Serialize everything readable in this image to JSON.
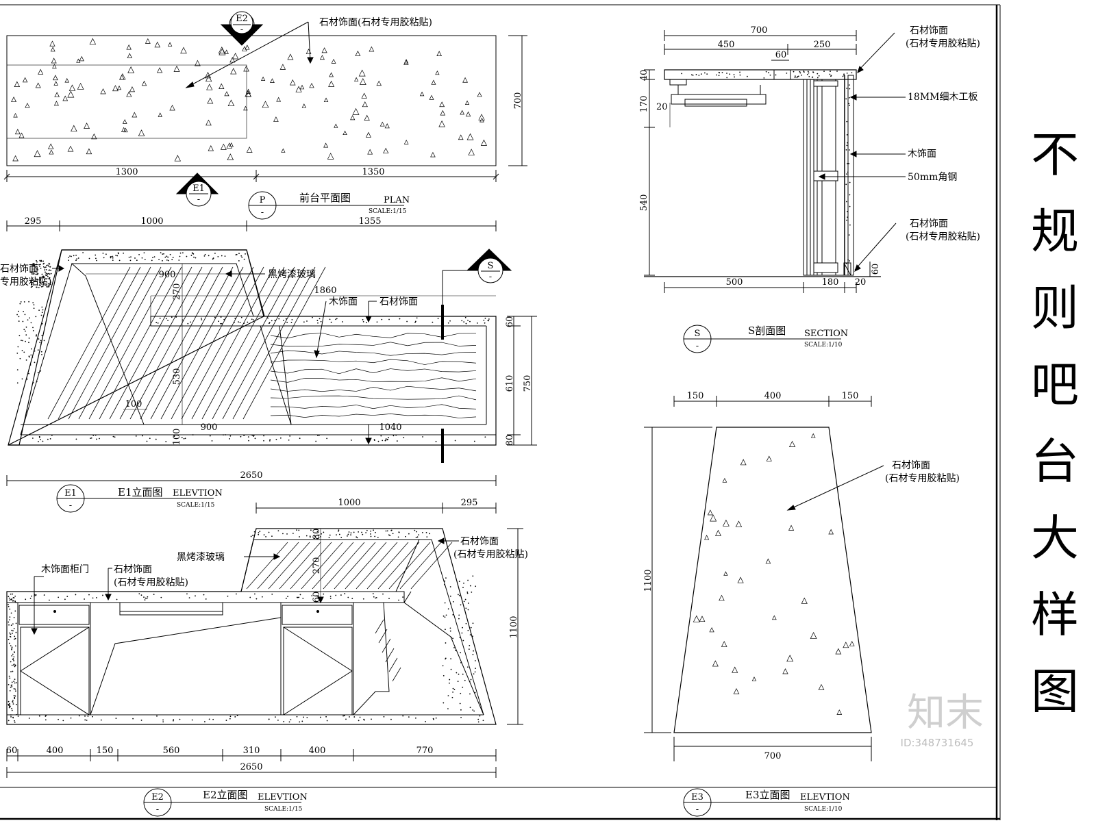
{
  "sheet_title": "不规则吧台大样图",
  "watermark": {
    "logo": "知末",
    "id": "ID:348731645"
  },
  "plan": {
    "title": "前台平面图",
    "en": "PLAN",
    "scale": "SCALE:1/15",
    "symbol": "P",
    "section_marks": {
      "top": "E2",
      "bottom": "E1"
    },
    "note": "石材饰面(石材专用胶粘贴)",
    "dims": {
      "left": "1300",
      "right": "1350",
      "depth": "700"
    }
  },
  "e1": {
    "title": "E1立面图",
    "en": "ELEVTION",
    "scale": "SCALE:1/15",
    "symbol": "E1",
    "section_mark": "S",
    "notes": {
      "stone_left_1": "石材饰面",
      "stone_left_2": "专用胶粘贴)",
      "glass": "黑烤漆玻璃",
      "wood": "木饰面",
      "stone": "石材饰面"
    },
    "dims": {
      "top_a": "295",
      "top_b": "1000",
      "top_c": "1355",
      "d900a": "900",
      "d270": "270",
      "d1860": "1860",
      "d530": "530",
      "d100a": "100",
      "d900b": "900",
      "d1040": "1040",
      "d100b": "100",
      "d60": "60",
      "d610": "610",
      "d750": "750",
      "d80": "80",
      "total": "2650"
    }
  },
  "e2": {
    "title": "E2立面图",
    "en": "ELEVTION",
    "scale": "SCALE:1/15",
    "symbol": "E2",
    "notes": {
      "cabinet": "木饰面柜门",
      "stone_1": "石材饰面",
      "stone_2": "(石材专用胶粘贴)",
      "glass": "黑烤漆玻璃",
      "stone_r1": "石材饰面",
      "stone_r2": "(石材专用胶粘贴)"
    },
    "dims": {
      "top_a": "1000",
      "top_b": "295",
      "d80": "80",
      "d270": "270",
      "d60": "60",
      "h1100": "1100",
      "b": [
        "60",
        "400",
        "150",
        "560",
        "310",
        "400",
        "770"
      ],
      "total": "2650"
    }
  },
  "s": {
    "title": "S剖面图",
    "en": "SECTION",
    "scale": "SCALE:1/10",
    "symbol": "S",
    "notes": {
      "stone1a": "石材饰面",
      "stone1b": "(石材专用胶粘贴)",
      "plywood": "18MM细木工板",
      "wood": "木饰面",
      "steel": "50mm角钢",
      "stone2a": "石材饰面",
      "stone2b": "(石材专用胶粘贴)"
    },
    "dims": {
      "w700": "700",
      "w450": "450",
      "w250": "250",
      "w60": "60",
      "h40": "40",
      "h170": "170",
      "h20": "20",
      "h540": "540",
      "h60": "60",
      "b500": "500",
      "b180": "180",
      "b20": "20"
    }
  },
  "e3": {
    "title": "E3立面图",
    "en": "ELEVTION",
    "scale": "SCALE:1/10",
    "symbol": "E3",
    "notes": {
      "stone_a": "石材饰面",
      "stone_b": "(石材专用胶粘贴)"
    },
    "dims": {
      "t150a": "150",
      "t400": "400",
      "t150b": "150",
      "h1100": "1100",
      "w700": "700"
    }
  }
}
